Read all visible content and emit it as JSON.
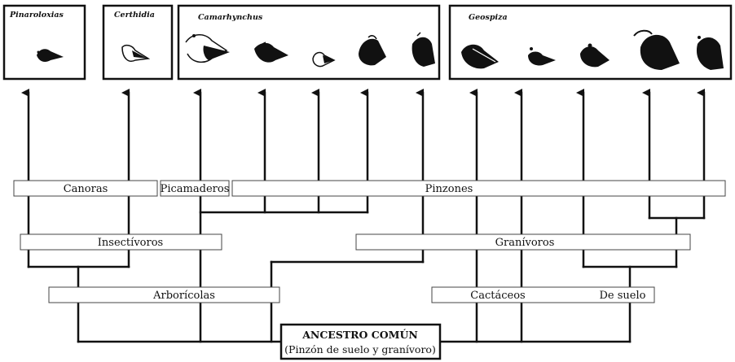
{
  "genera": {
    "pinaroloxias": "Pinaroloxias",
    "certhidia": "Certhidia",
    "camarhynchus": "Camarhynchus",
    "geospiza": "Geospiza"
  },
  "groups": {
    "canoras": "Canoras",
    "picamaderos": "Picamaderos",
    "pinzones": "Pinzones",
    "insectivoros": "Insectívoros",
    "granivoros": "Granívoros",
    "arboricolas": "Arborícolas",
    "cactaceos": "Cactáceos",
    "de_suelo": "De suelo"
  },
  "ancestor": {
    "title": "ANCESTRO COMÚN",
    "subtitle": "(Pinzón de suelo y granívoro)"
  },
  "colors": {
    "line": "#111111",
    "background": "#ffffff"
  }
}
